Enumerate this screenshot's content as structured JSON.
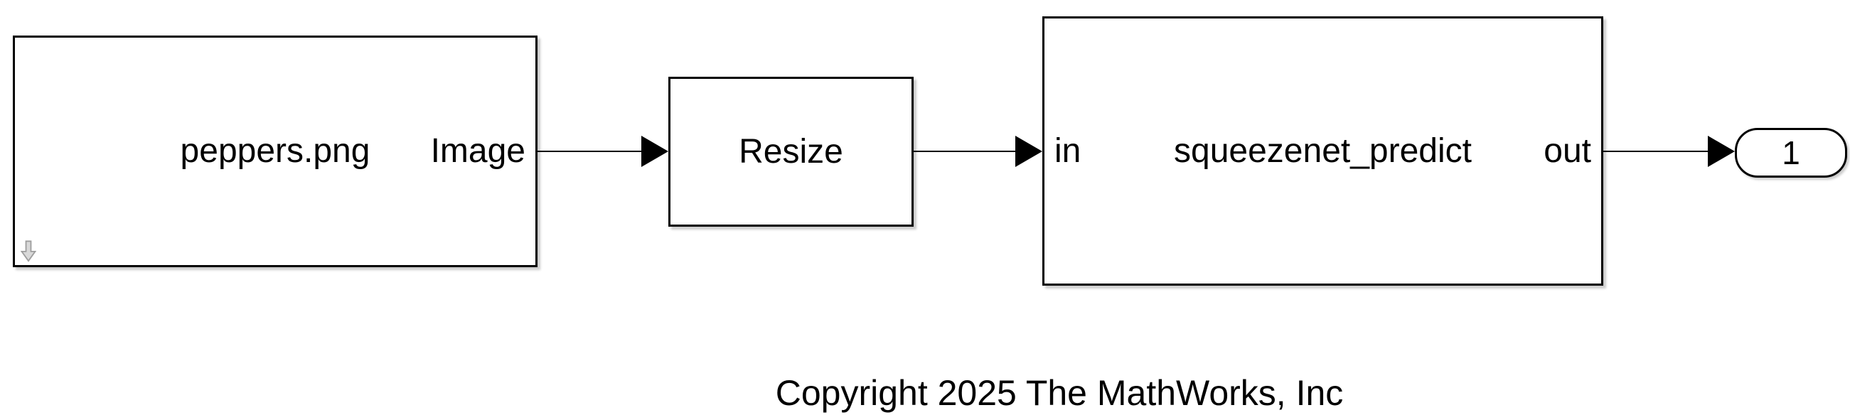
{
  "blocks": {
    "image_source": {
      "file_label": "peppers.png",
      "out_port_label": "Image"
    },
    "resize": {
      "label": "Resize"
    },
    "predict": {
      "in_port_label": "in",
      "name": "squeezenet_predict",
      "out_port_label": "out"
    },
    "outport": {
      "number": "1"
    }
  },
  "connections": [
    {
      "from": "image_source",
      "to": "resize"
    },
    {
      "from": "resize",
      "to": "predict"
    },
    {
      "from": "predict",
      "to": "outport"
    }
  ],
  "annotation": {
    "copyright": "Copyright 2025 The MathWorks, Inc"
  },
  "icons": {
    "image_source_badge": "down-arrow-icon"
  },
  "colors": {
    "background": "#ffffff",
    "block_fill": "#ffffff",
    "block_border": "#000000",
    "connector": "#000000",
    "text": "#000000",
    "badge_fill": "#d9d9d9",
    "badge_border": "#9e9e9e",
    "shadow": "#cccccc"
  }
}
